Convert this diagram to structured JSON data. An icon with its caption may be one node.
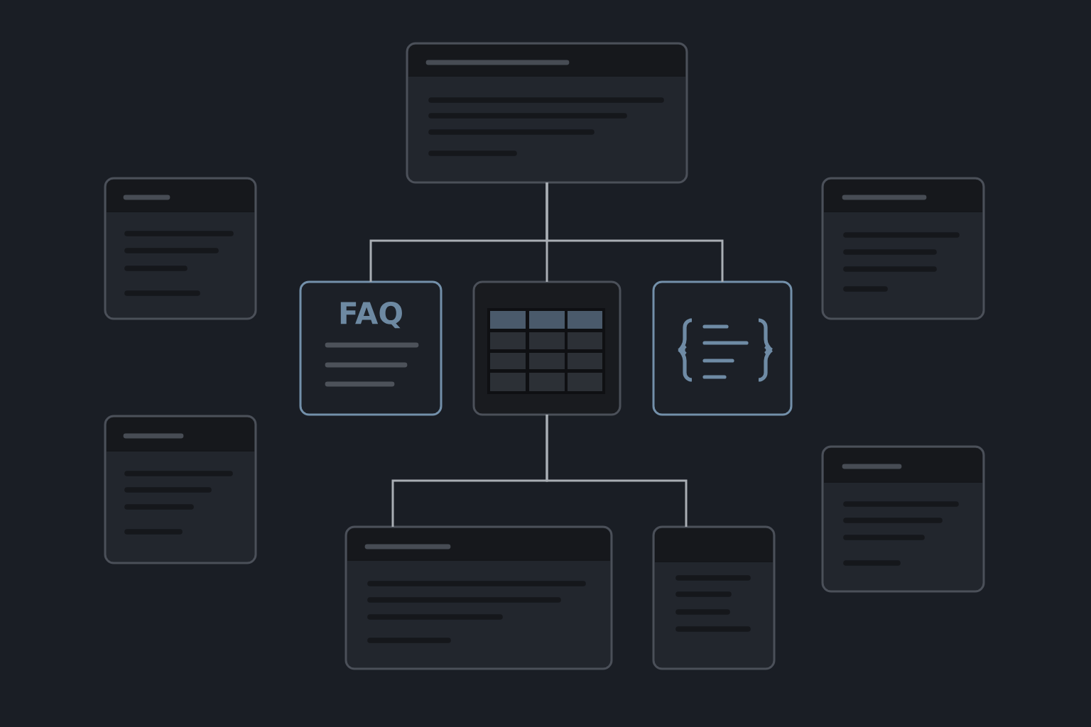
{
  "diagram": {
    "nodes": [
      {
        "text": [],
        "shape": "box"
      },
      {
        "text": [],
        "shape": "box"
      },
      {
        "text": [],
        "shape": "box"
      },
      {
        "text": [
          "FAQ"
        ]
      },
      {
        "text": [],
        "shape": "box"
      },
      {
        "text": [],
        "shape": "box"
      },
      {
        "text": [],
        "shape": "box"
      },
      {
        "text": [],
        "shape": "box"
      },
      {
        "text": [],
        "shape": "box"
      },
      {
        "text": [],
        "shape": "box"
      }
    ],
    "edges": [
      {
        "from": 0,
        "to": 3,
        "arrow": "none"
      },
      {
        "from": 0,
        "to": 4,
        "arrow": "none"
      },
      {
        "from": 0,
        "to": 5,
        "arrow": "none"
      },
      {
        "from": 4,
        "to": 8,
        "arrow": "none"
      },
      {
        "from": 4,
        "to": 9,
        "arrow": "none"
      }
    ]
  }
}
